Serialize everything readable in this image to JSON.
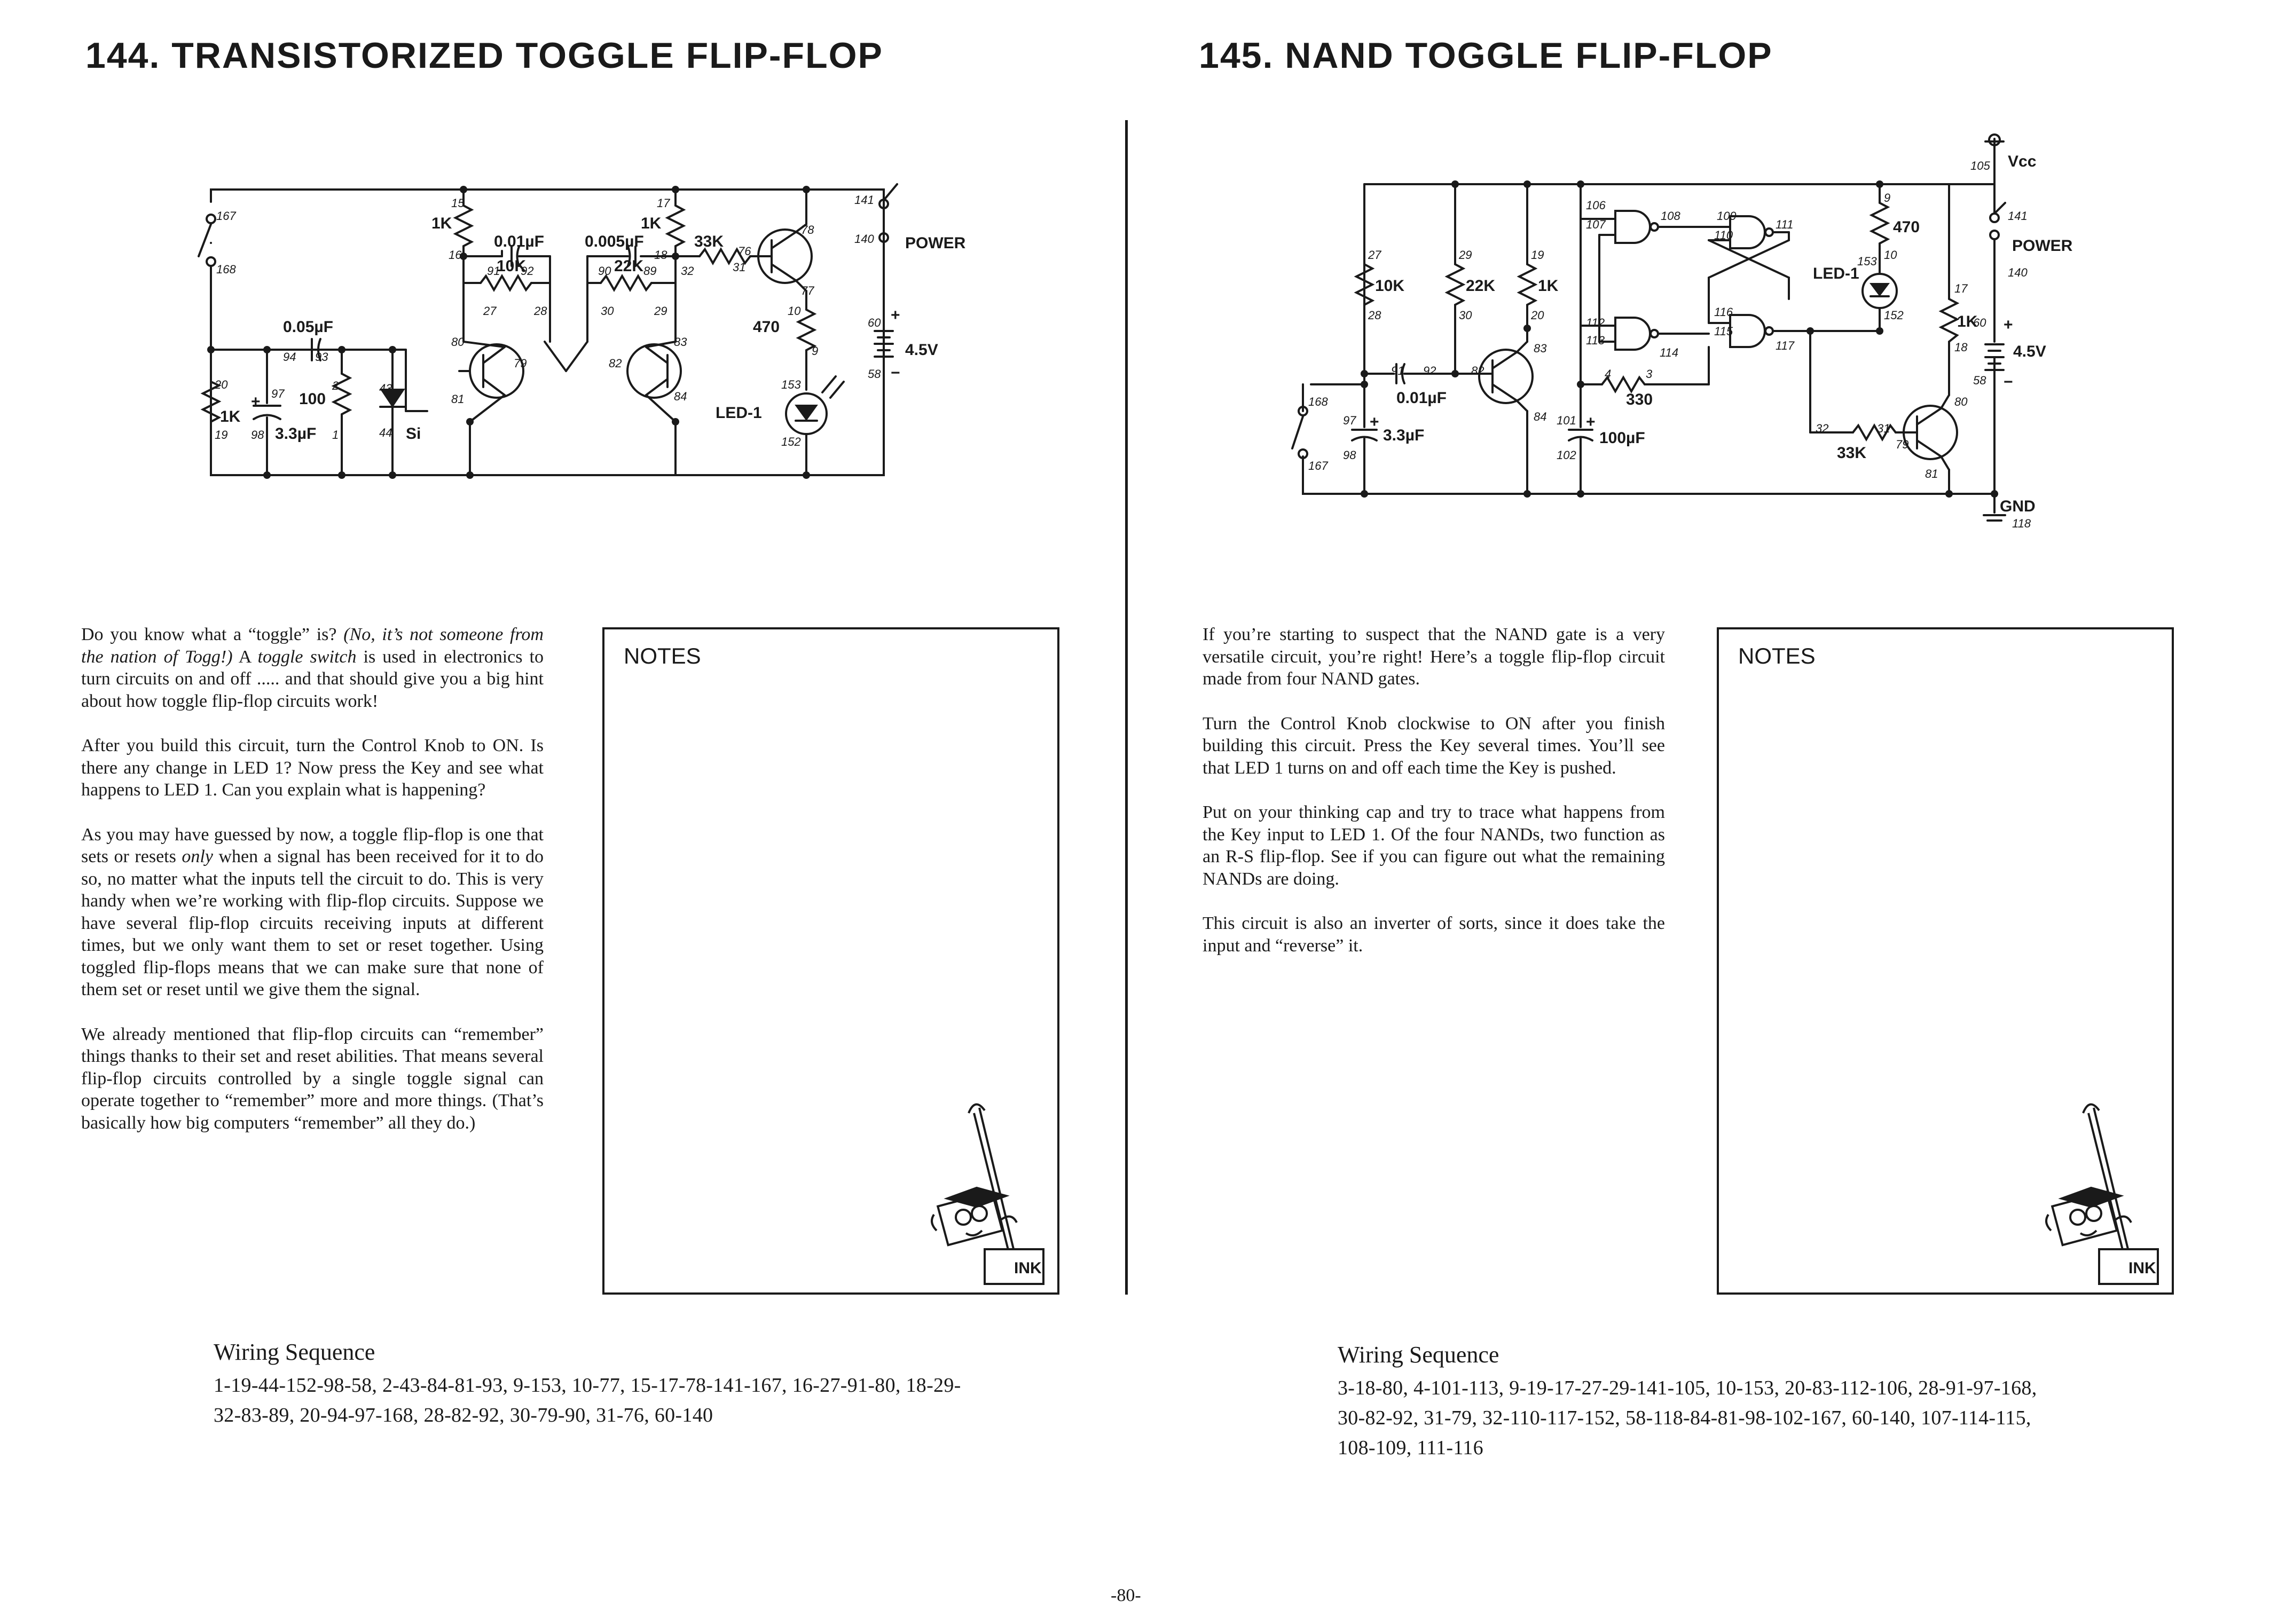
{
  "left_project": {
    "title": "144. TRANSISTORIZED TOGGLE FLIP-FLOP",
    "schematic": {
      "labels": [
        "1K",
        "0.01µF",
        "10K",
        "0.005µF",
        "22K",
        "1K",
        "33K",
        "470",
        "0.05µF",
        "100",
        "1K",
        "3.3µF",
        "Si",
        "LED-1",
        "POWER",
        "4.5V",
        "+",
        "−",
        "+"
      ],
      "terminals": [
        "167",
        "168",
        "15",
        "16",
        "91",
        "92",
        "27",
        "28",
        "80",
        "81",
        "79",
        "17",
        "18",
        "90",
        "89",
        "30",
        "29",
        "32",
        "82",
        "83",
        "84",
        "76",
        "31",
        "78",
        "77",
        "10",
        "9",
        "153",
        "152",
        "141",
        "140",
        "60",
        "58",
        "94",
        "93",
        "97",
        "98",
        "2",
        "1",
        "20",
        "19",
        "43",
        "44"
      ]
    },
    "paragraphs": [
      [
        {
          "t": "Do you know what a “toggle” is? ",
          "i": false
        },
        {
          "t": "(No, it’s not someone from the nation of Togg!)",
          "i": true
        },
        {
          "t": " A ",
          "i": false
        },
        {
          "t": "toggle switch",
          "i": true
        },
        {
          "t": " is used in electronics to turn circuits on and off ..... and that should give you a big hint about how toggle flip-flop circuits work!",
          "i": false
        }
      ],
      [
        {
          "t": "After you build this circuit, turn the Control Knob to ON. Is there any change in LED 1? Now press the Key and see what happens to LED 1. Can you explain what is happening?",
          "i": false
        }
      ],
      [
        {
          "t": "As you may have guessed by now, a toggle flip-flop is one that sets or resets ",
          "i": false
        },
        {
          "t": "only",
          "i": true
        },
        {
          "t": " when a signal has been received for it to do so, no matter what the inputs tell the circuit to do. This is very handy when we’re working with flip-flop circuits. Suppose we have several flip-flop circuits receiving inputs at different times, but we only want them to set or reset together. Using toggled flip-flops means that we can make sure that none of them set or reset until we give them the signal.",
          "i": false
        }
      ],
      [
        {
          "t": "We already mentioned that flip-flop circuits can “remember” things thanks to their set and reset abilities. That means several flip-flop circuits controlled by a single toggle signal can operate together to “remember” more and more things. (That’s basically how big computers “remember” all they do.)",
          "i": false
        }
      ]
    ],
    "notes_label": "NOTES",
    "wiring_title": "Wiring Sequence",
    "wiring_sequence": "1-19-44-152-98-58, 2-43-84-81-93, 9-153, 10-77, 15-17-78-141-167, 16-27-91-80, 18-29-32-83-89, 20-94-97-168, 28-82-92, 30-79-90, 31-76, 60-140"
  },
  "right_project": {
    "title": "145. NAND TOGGLE FLIP-FLOP",
    "schematic": {
      "labels": [
        "Vcc",
        "POWER",
        "470",
        "LED-1",
        "10K",
        "22K",
        "1K",
        "0.01µF",
        "3.3µF",
        "330",
        "100µF",
        "33K",
        "1K",
        "4.5V",
        "GND",
        "+",
        "−",
        "+",
        "+"
      ],
      "terminals": [
        "105",
        "141",
        "140",
        "9",
        "10",
        "153",
        "152",
        "27",
        "28",
        "29",
        "30",
        "19",
        "20",
        "106",
        "107",
        "108",
        "109",
        "110",
        "111",
        "112",
        "113",
        "114",
        "115",
        "116",
        "117",
        "91",
        "92",
        "82",
        "83",
        "84",
        "4",
        "3",
        "168",
        "167",
        "97",
        "98",
        "101",
        "102",
        "32",
        "31",
        "79",
        "80",
        "81",
        "17",
        "18",
        "60",
        "58",
        "118"
      ]
    },
    "paragraphs": [
      [
        {
          "t": "If you’re starting to suspect that the NAND gate is a very versatile circuit, you’re right! Here’s a toggle flip-flop circuit made from four NAND gates.",
          "i": false
        }
      ],
      [
        {
          "t": "Turn the Control Knob clockwise to ON after you finish building this circuit. Press the Key several times. You’ll see that LED 1 turns on and off each time the Key is pushed.",
          "i": false
        }
      ],
      [
        {
          "t": "Put on your thinking cap and try to trace what happens from the Key input to LED 1. Of the four NANDs, two function as an R-S flip-flop. See if you can figure out what the remaining NANDs are doing.",
          "i": false
        }
      ],
      [
        {
          "t": "This circuit is also an inverter of sorts, since it does take the input and “reverse” it.",
          "i": false
        }
      ]
    ],
    "notes_label": "NOTES",
    "wiring_title": "Wiring Sequence",
    "wiring_sequence": "3-18-80, 4-101-113, 9-19-17-27-29-141-105, 10-153, 20-83-112-106, 28-91-97-168, 30-82-92, 31-79, 32-110-117-152, 58-118-84-81-98-102-167, 60-140, 107-114-115, 108-109, 111-116"
  },
  "mascot_badge": "INK",
  "page_number": "-80-"
}
